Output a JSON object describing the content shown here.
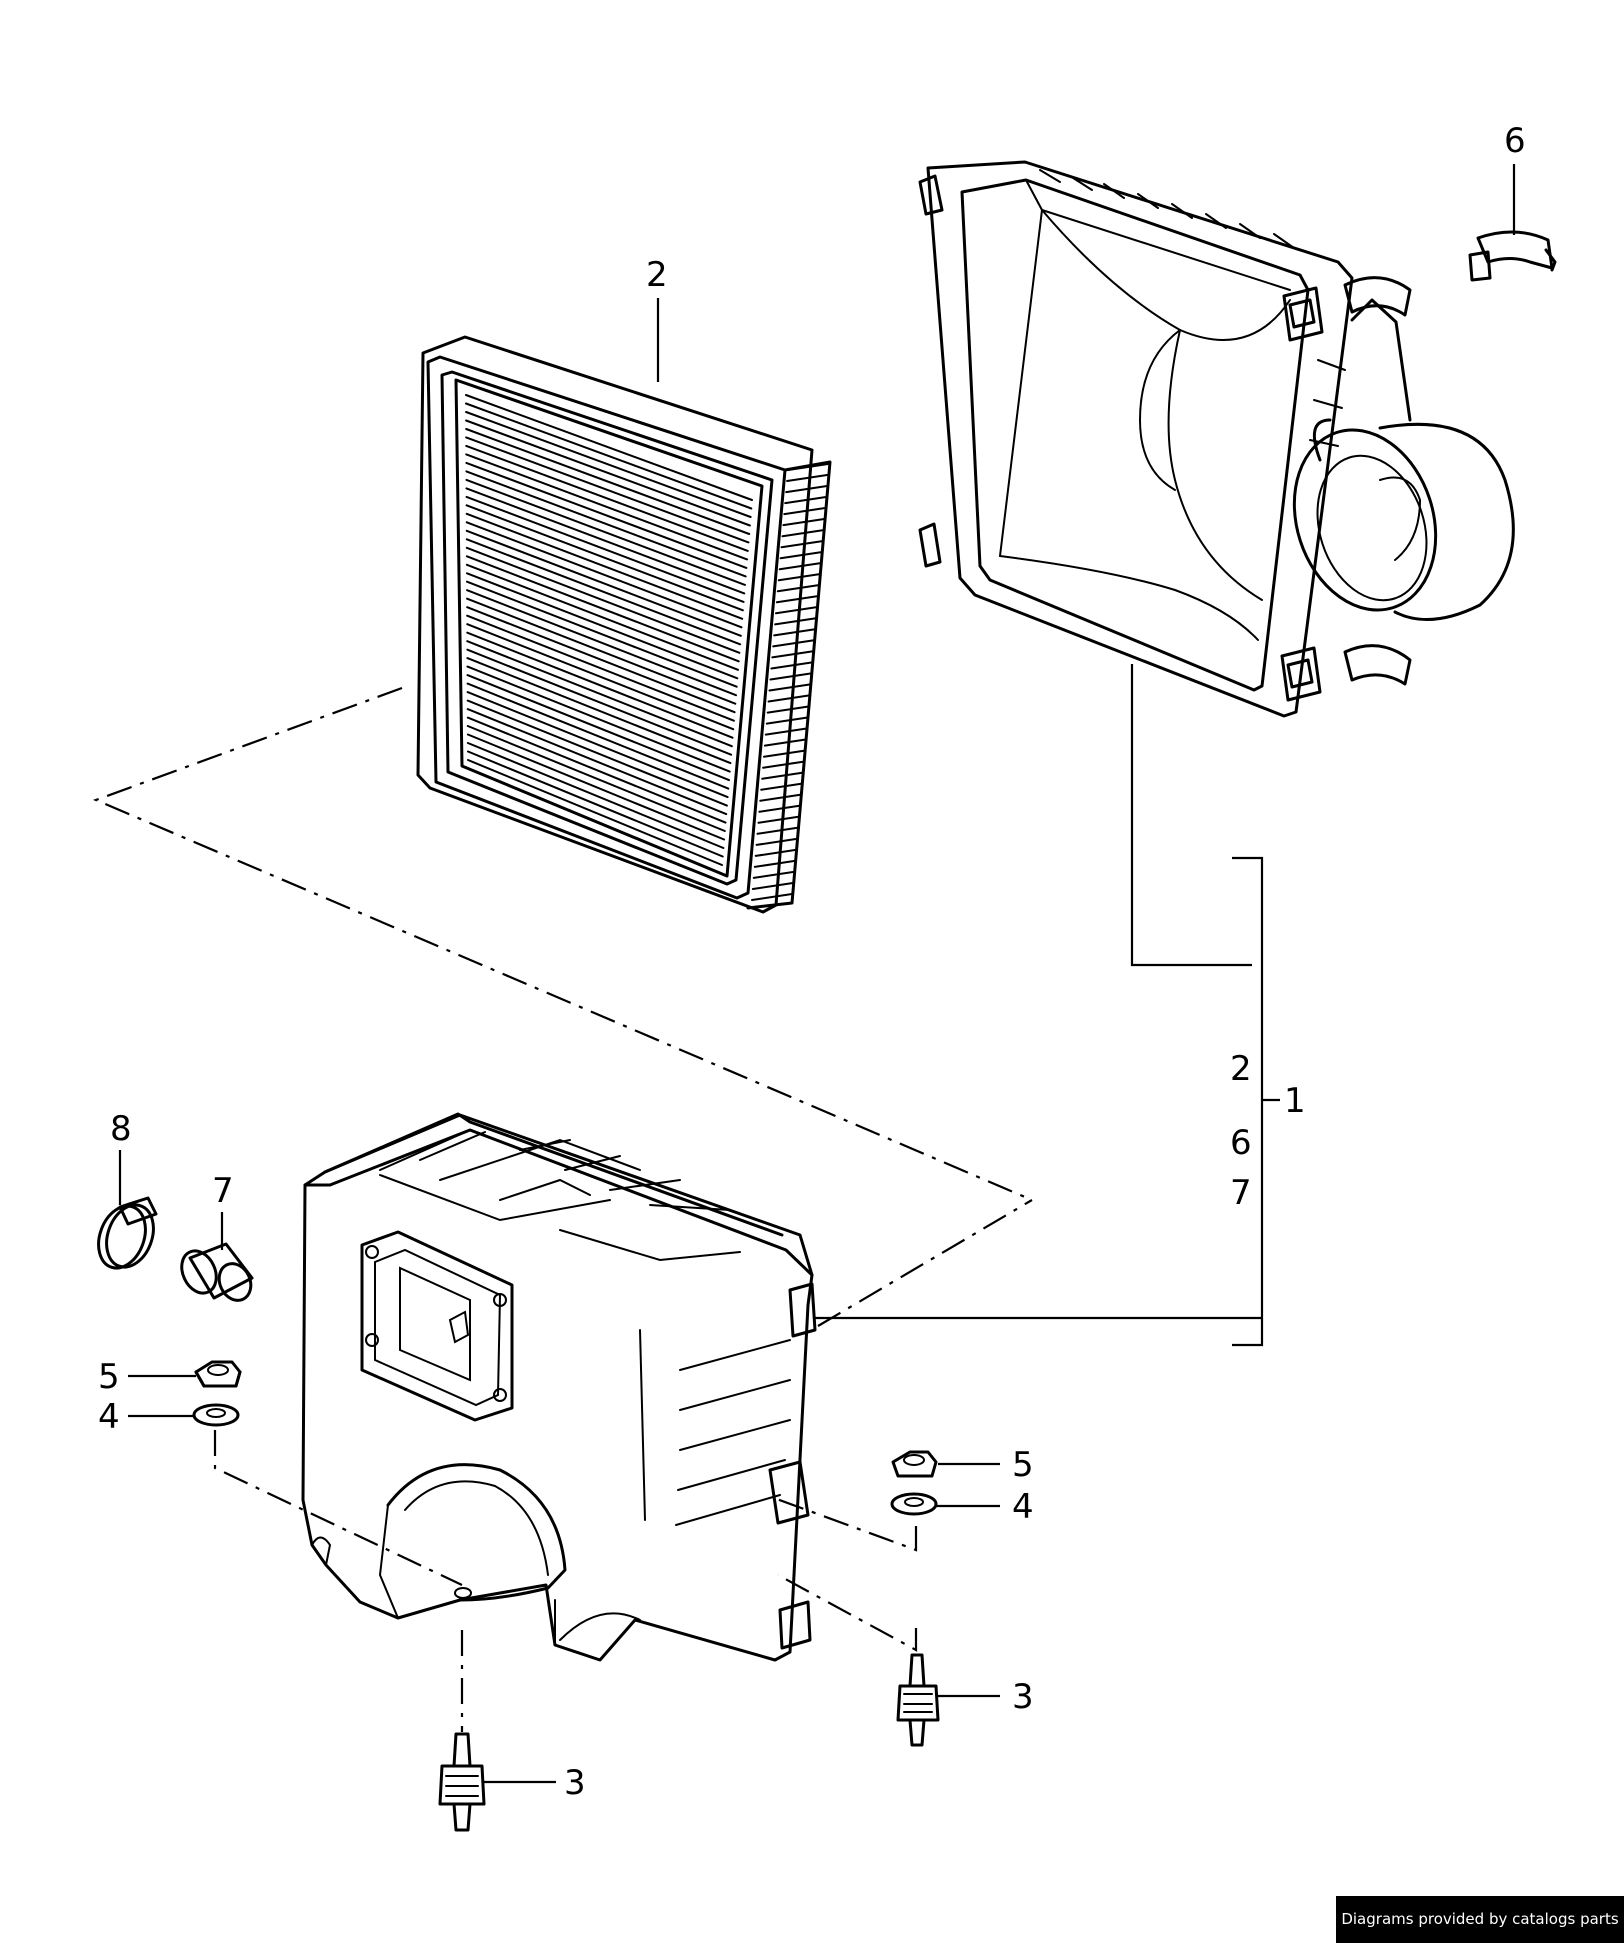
{
  "callouts": {
    "top_clip": "6",
    "filter_element": "2",
    "bracket_1": "1",
    "bracket_2": "2",
    "bracket_6": "6",
    "bracket_7": "7",
    "hose_clamp": "8",
    "plug": "7",
    "nut_left": "5",
    "washer_left": "4",
    "nut_right": "5",
    "washer_right": "4",
    "mount_right": "3",
    "mount_bottom": "3"
  },
  "credit": "Diagrams provided by catalogs parts"
}
